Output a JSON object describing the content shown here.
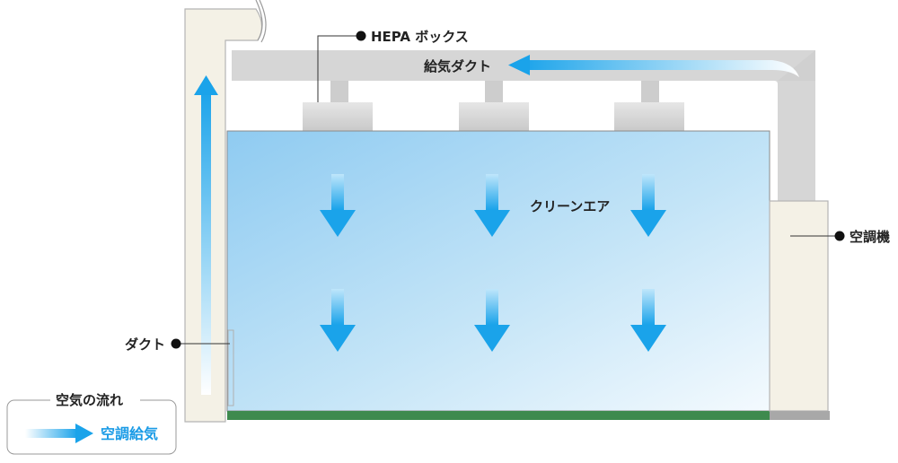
{
  "labels": {
    "hepa_box": "HEPA ボックス",
    "supply_duct": "給気ダクト",
    "clean_air": "クリーンエア",
    "air_conditioner": "空調機",
    "duct": "ダクト"
  },
  "legend": {
    "title": "空気の流れ",
    "item": "空調給気"
  },
  "colors": {
    "duct_gray": "#d9d9d9",
    "wall": "#f4f1e6",
    "room_blue": "#9fd2f2",
    "arrow_blue": "#29a8ea",
    "floor_green": "#3e8a4e",
    "unit_base": "#a8a8a8"
  }
}
